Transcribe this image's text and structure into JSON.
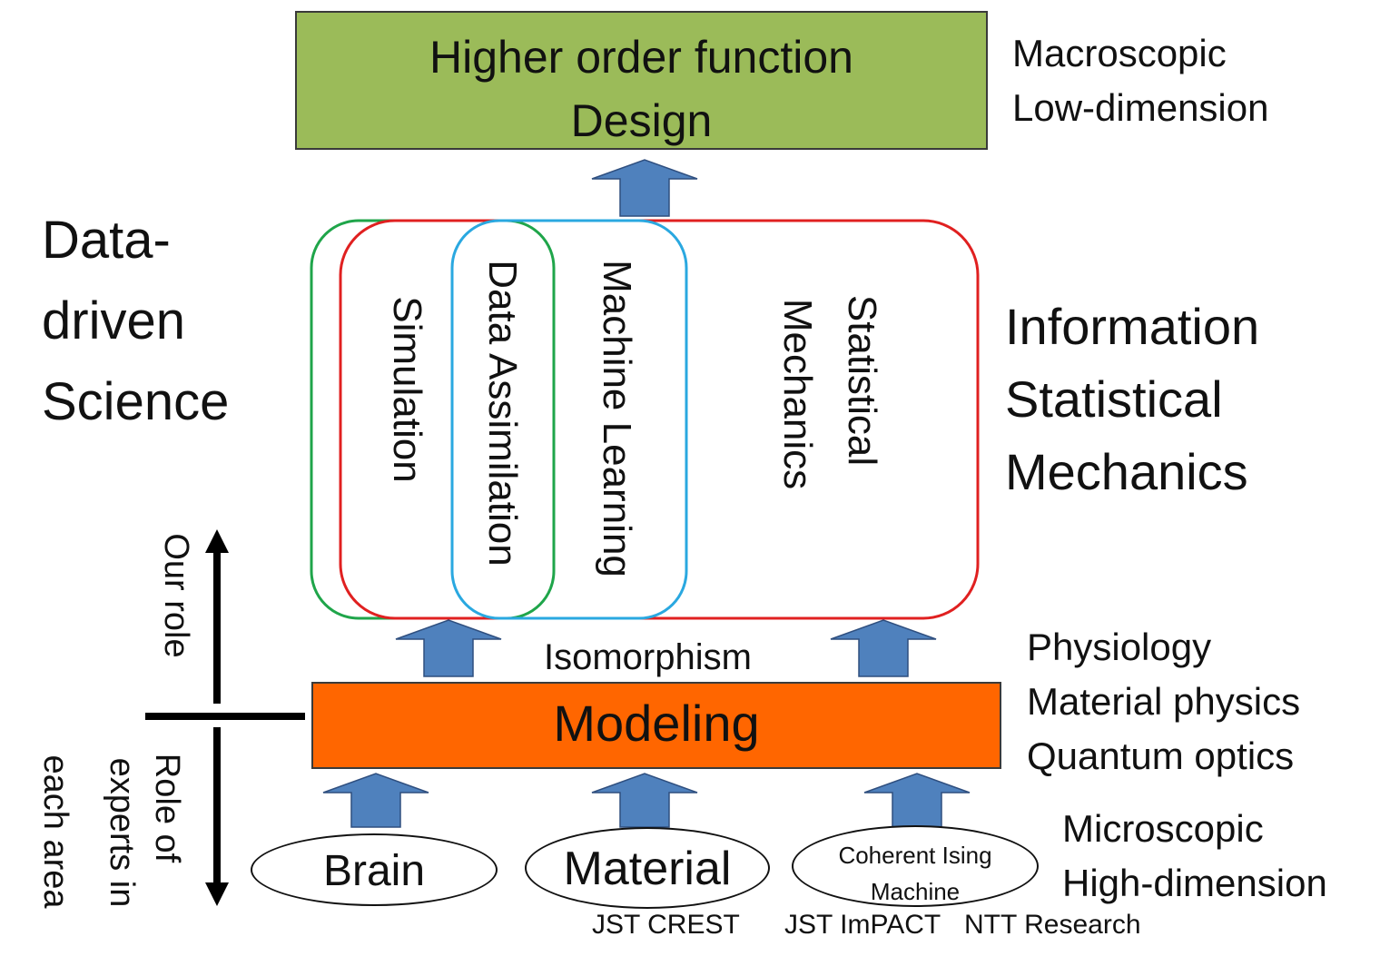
{
  "top_box": {
    "line1": "Higher order function",
    "line2": "Design"
  },
  "right_labels": {
    "macro": "Macroscopic",
    "lowdim": "Low-dimension",
    "info1": "Information",
    "info2": "Statistical",
    "info3": "Mechanics",
    "phys": "Physiology",
    "mat_phys": "Material physics",
    "quantum": "Quantum optics",
    "micro": "Microscopic",
    "highdim": "High-dimension"
  },
  "left_labels": {
    "dd1": "Data-",
    "dd2": "driven",
    "dd3": "Science"
  },
  "fields": {
    "simulation": "Simulation",
    "data_assimilation": "Data Assimilation",
    "machine_learning": "Machine Learning",
    "stat_mech_1": "Statistical",
    "stat_mech_2": "Mechanics"
  },
  "isomorphism": "Isomorphism",
  "modeling": "Modeling",
  "roles": {
    "our_role": "Our role",
    "experts_1": "Role of",
    "experts_2": "experts in",
    "experts_3": "each area"
  },
  "sources": {
    "brain": "Brain",
    "material": "Material",
    "cim_1": "Coherent Ising",
    "cim_2": "Machine",
    "jst_crest": "JST CREST",
    "jst_impact": "JST ImPACT",
    "ntt": "NTT Research"
  },
  "colors": {
    "top_box": "#9bbb59",
    "modeling_box": "#ff6600",
    "arrow_fill": "#4f81bd",
    "green_outline": "#1fa54a",
    "red_outline": "#e02020",
    "blue_outline": "#2aa8e0"
  }
}
